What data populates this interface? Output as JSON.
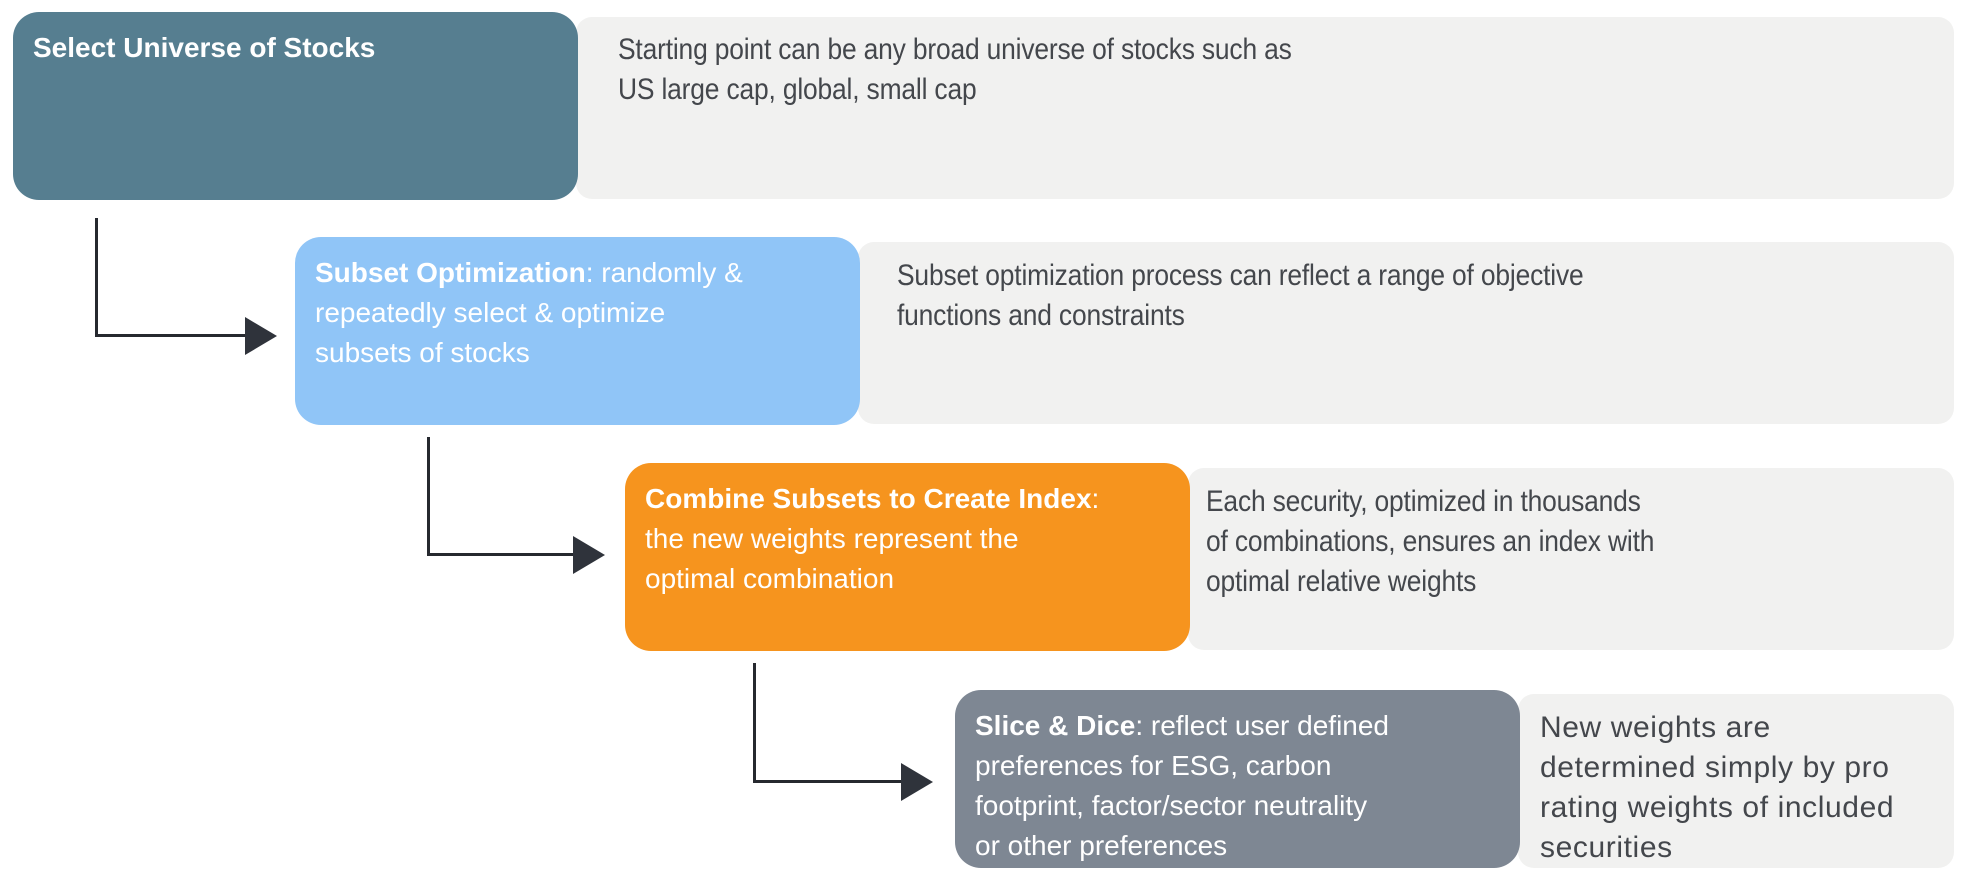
{
  "steps": [
    {
      "name": "select-universe-of-stocks",
      "box_title": "Select Universe of Stocks",
      "box_body": "",
      "box_color": "#567E90",
      "description": "Starting point can be any broad universe of stocks such as\nUS large cap, global, small cap"
    },
    {
      "name": "subset-optimization",
      "box_title": "Subset Optimization",
      "box_body": ": randomly &\nrepeatedly select & optimize\nsubsets of stocks",
      "box_color": "#90C5F7",
      "description": "Subset optimization process can reflect a range of objective\nfunctions and constraints"
    },
    {
      "name": "combine-subsets-to-create-index",
      "box_title": "Combine Subsets to Create Index",
      "box_body": ":\nthe new weights represent the\noptimal combination",
      "box_color": "#F6941E",
      "description": "Each security, optimized in thousands\nof combinations, ensures an index with\noptimal relative weights"
    },
    {
      "name": "slice-and-dice",
      "box_title": "Slice & Dice",
      "box_body": ": reflect user defined\npreferences for ESG, carbon\nfootprint, factor/sector neutrality\nor other preferences",
      "box_color": "#7E8793",
      "description": "New weights are\ndetermined simply by pro\nrating weights of included\nsecurities"
    }
  ],
  "colors": {
    "strip_background": "#F1F1F0",
    "description_text": "#44474C",
    "box_text": "#FFFFFF",
    "arrow": "#26292F",
    "page_background": "#FFFFFF"
  }
}
